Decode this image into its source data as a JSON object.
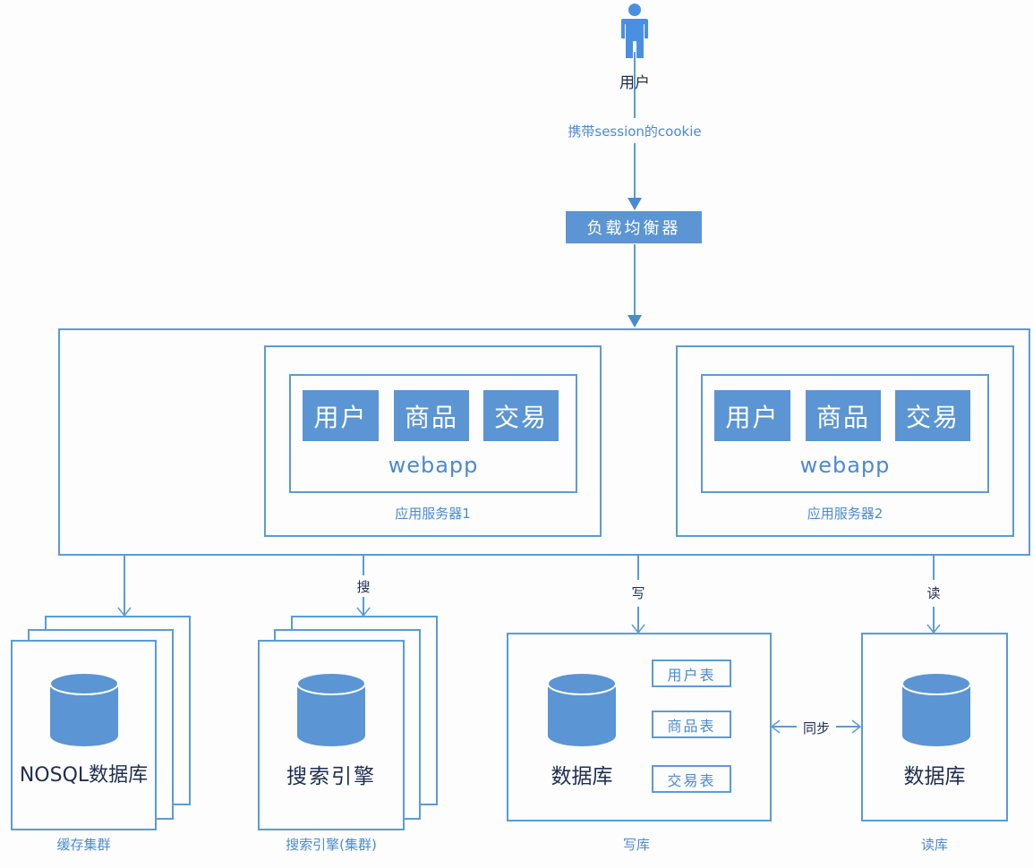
{
  "user": {
    "label": "用户",
    "icon": "person-icon"
  },
  "request_label": "携带session的cookie",
  "load_balancer": {
    "label": "负载均衡器"
  },
  "app_servers": [
    {
      "label": "应用服务器1",
      "webapp_label": "webapp",
      "modules": [
        "用户",
        "商品",
        "交易"
      ]
    },
    {
      "label": "应用服务器2",
      "webapp_label": "webapp",
      "modules": [
        "用户",
        "商品",
        "交易"
      ]
    }
  ],
  "edges": {
    "search": "搜",
    "write": "写",
    "read": "读",
    "sync": "同步"
  },
  "cache_cluster": {
    "db_label": "NOSQL数据库",
    "caption": "缓存集群",
    "icon": "database-icon"
  },
  "search_cluster": {
    "db_label": "搜索引擎",
    "caption": "搜索引擎(集群)",
    "icon": "database-icon"
  },
  "write_db": {
    "db_label": "数据库",
    "caption": "写库",
    "tables": [
      "用户表",
      "商品表",
      "交易表"
    ],
    "icon": "database-icon"
  },
  "read_db": {
    "db_label": "数据库",
    "caption": "读库",
    "icon": "database-icon"
  },
  "colors": {
    "accent": "#5b9bd5",
    "fill": "#5b95d3",
    "text_blue": "#4a8ad0",
    "text_dark": "#1f2d4f"
  }
}
